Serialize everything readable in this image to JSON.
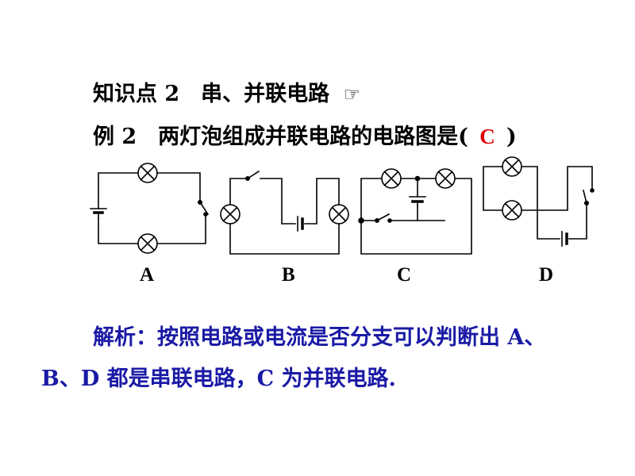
{
  "heading": {
    "text": "知识点 2　串、并联电路",
    "icon": "pointing-hand-icon",
    "icon_glyph": "☞"
  },
  "question": {
    "prefix": "例 2　两灯泡组成并联电路的电路图是(",
    "answer": "C",
    "suffix": ")"
  },
  "diagrams": [
    {
      "label": "A"
    },
    {
      "label": "B"
    },
    {
      "label": "C"
    },
    {
      "label": "D"
    }
  ],
  "explanation": {
    "line1": "解析：按照电路或电流是否分支可以判断出 A、",
    "line2": "B、D 都是串联电路，C 为并联电路."
  },
  "colors": {
    "answer": "#e00000",
    "explanation": "#1a1aa6"
  }
}
